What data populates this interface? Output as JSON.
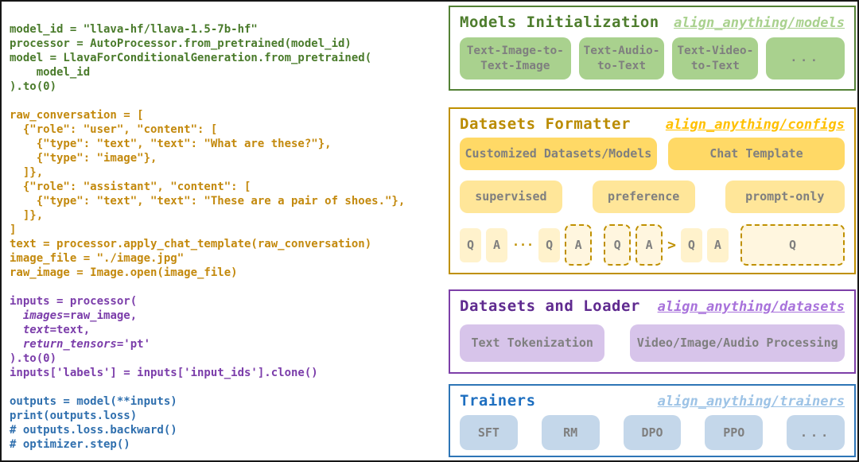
{
  "palette": {
    "outer_border": "#161616",
    "code_green": "#4A7B2B",
    "code_gold": "#C3890D",
    "code_purple": "#7B3DAA",
    "code_blue": "#2F6FAE",
    "green_border": "#538135",
    "green_fill": "#A9D18E",
    "gold_border": "#BF9000",
    "gold_fill_dark": "#FFD966",
    "gold_fill_mid": "#FFE699",
    "gold_fill_light": "#FFF2CC",
    "gold_link": "#FFC000",
    "purple_border": "#7D3FA8",
    "purple_fill": "#D7C4EA",
    "purple_link": "#A872DB",
    "blue_border": "#2E75B6",
    "blue_fill": "#C4D7EA",
    "blue_link": "#9DC3E6",
    "chip_text_gray": "#7F7F7F"
  },
  "code": {
    "lines": [
      {
        "t": "model_id = \"llava-hf/llava-1.5-7b-hf\""
      },
      {
        "t": "processor = AutoProcessor.from_pretrained(model_id)"
      },
      {
        "t": "model = LlavaForConditionalGeneration.from_pretrained("
      },
      {
        "t": "    model_id"
      },
      {
        "t": ").to(0)"
      },
      {
        "t": ""
      },
      {
        "t": "raw_conversation = ["
      },
      {
        "t": "  {\"role\": \"user\", \"content\": ["
      },
      {
        "t": "    {\"type\": \"text\", \"text\": \"What are these?\"},"
      },
      {
        "t": "    {\"type\": \"image\"},"
      },
      {
        "t": "  ]},"
      },
      {
        "t": "  {\"role\": \"assistant\", \"content\": ["
      },
      {
        "t": "    {\"type\": \"text\", \"text\": \"These are a pair of shoes.\"},"
      },
      {
        "t": "  ]},"
      },
      {
        "t": "]"
      },
      {
        "t": "text = processor.apply_chat_template(raw_conversation)"
      },
      {
        "t": "image_file = \"./image.jpg\""
      },
      {
        "t": "raw_image = Image.open(image_file)"
      },
      {
        "t": ""
      },
      {
        "t": "inputs = processor("
      },
      {
        "em": "  images",
        "t": "=raw_image,"
      },
      {
        "em": "  text",
        "t": "=text,"
      },
      {
        "em": "  return_tensors",
        "t": "='pt'"
      },
      {
        "t": ").to(0)"
      },
      {
        "t": "inputs['labels'] = inputs['input_ids'].clone()"
      },
      {
        "t": ""
      },
      {
        "t": "outputs = model(**inputs)"
      },
      {
        "t": "print(outputs.loss)"
      },
      {
        "t": "# outputs.loss.backward()"
      },
      {
        "t": "# optimizer.step()"
      }
    ]
  },
  "panels": {
    "models": {
      "title": "Models Initialization",
      "link": "align_anything/models",
      "items": {
        "0": "Text-Image-to-\nText-Image",
        "1": "Text-Audio-\nto-Text",
        "2": "Text-Video-\nto-Text",
        "3": "..."
      }
    },
    "formatter": {
      "title": "Datasets Formatter",
      "link": "align_anything/configs",
      "row1": {
        "0": "Customized Datasets/Models",
        "1": "Chat Template"
      },
      "row2": {
        "0": "supervised",
        "1": "preference",
        "2": "prompt-only"
      },
      "qa_supervised": {
        "c0": "Q",
        "c1": "A",
        "sep": "···",
        "c2": "Q",
        "c3": "A"
      },
      "qa_preference": {
        "c0": "Q",
        "c1": "A",
        "sep": ">",
        "c2": "Q",
        "c3": "A"
      },
      "qa_prompt_only": {
        "c0": "Q"
      }
    },
    "loader": {
      "title": "Datasets and Loader",
      "link": "align_anything/datasets",
      "items": {
        "0": "Text Tokenization",
        "1": "Video/Image/Audio Processing"
      }
    },
    "trainers": {
      "title": "Trainers",
      "link": "align_anything/trainers",
      "items": {
        "0": "SFT",
        "1": "RM",
        "2": "DPO",
        "3": "PPO",
        "4": "..."
      }
    }
  }
}
